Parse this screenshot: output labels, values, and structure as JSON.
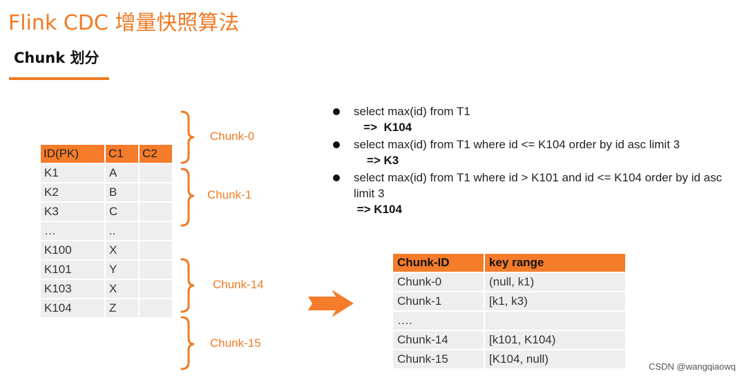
{
  "title": "Flink CDC 增量快照算法",
  "subtitle": "Chunk 划分",
  "data_table": {
    "headers": [
      "ID(PK)",
      "C1",
      "C2"
    ],
    "rows": [
      [
        "K1",
        "A",
        ""
      ],
      [
        "K2",
        "B",
        ""
      ],
      [
        "K3",
        "C",
        ""
      ],
      [
        "…",
        "..",
        ""
      ],
      [
        "K100",
        "X",
        ""
      ],
      [
        "K101",
        "Y",
        ""
      ],
      [
        "K103",
        "X",
        ""
      ],
      [
        "K104",
        "Z",
        ""
      ]
    ]
  },
  "chunk_labels": [
    "Chunk-0",
    "Chunk-1",
    "Chunk-14",
    "Chunk-15"
  ],
  "queries": [
    {
      "sql": "select max(id) from T1",
      "result": "   =>  K104"
    },
    {
      "sql": "select max(id) from T1 where id <= K104 order by id asc limit 3",
      "result": "    => K3"
    },
    {
      "sql": "select max(id) from T1 where id > K101 and id <= K104 order by id  asc limit 3",
      "result": " => K104"
    }
  ],
  "range_table": {
    "headers": [
      "Chunk-ID",
      "key range"
    ],
    "rows": [
      [
        "Chunk-0",
        "(null, k1)"
      ],
      [
        "Chunk-1",
        "[k1, k3)"
      ],
      [
        "….",
        ""
      ],
      [
        "Chunk-14",
        "[k101, K104)"
      ],
      [
        "Chunk-15",
        "[K104, null)"
      ]
    ]
  },
  "watermark": "CSDN @wangqiaowq",
  "colors": {
    "accent": "#f07a24",
    "header_fill": "#f47c2a",
    "cell_fill": "#eeeeee"
  }
}
